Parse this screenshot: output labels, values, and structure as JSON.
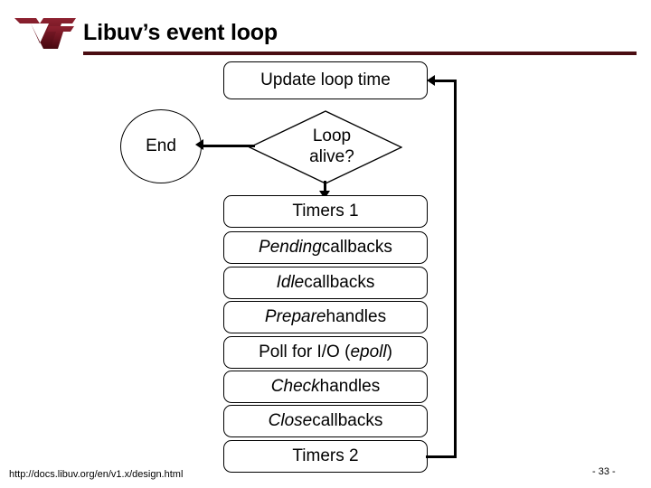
{
  "slide": {
    "title": "Libuv’s event loop",
    "logo_alt": "vt-logo",
    "accent_color": "#4a0d12",
    "background_color": "#ffffff",
    "line_color": "#000000"
  },
  "flowchart": {
    "update_box": {
      "label": "Update loop time"
    },
    "end_node": {
      "label": "End"
    },
    "decision": {
      "line1": "Loop",
      "line2": "alive?"
    },
    "stages": [
      {
        "name": "timers-1",
        "prefix": "",
        "italic": "",
        "suffix": "Timers 1"
      },
      {
        "name": "pending-callbacks",
        "prefix": "",
        "italic": "Pending",
        "suffix": " callbacks"
      },
      {
        "name": "idle-callbacks",
        "prefix": "",
        "italic": "Idle",
        "suffix": " callbacks"
      },
      {
        "name": "prepare-handles",
        "prefix": "",
        "italic": "Prepare",
        "suffix": " handles"
      },
      {
        "name": "poll-for-io",
        "prefix": "Poll for I/O (",
        "italic": "epoll",
        "suffix": ")"
      },
      {
        "name": "check-handles",
        "prefix": "",
        "italic": "Check",
        "suffix": " handles"
      },
      {
        "name": "close-callbacks",
        "prefix": "",
        "italic": "Close",
        "suffix": " callbacks"
      },
      {
        "name": "timers-2",
        "prefix": "",
        "italic": "",
        "suffix": "Timers 2"
      }
    ]
  },
  "footer": {
    "url": "http://docs.libuv.org/en/v1.x/design.html",
    "page_number": "- 33 -"
  }
}
